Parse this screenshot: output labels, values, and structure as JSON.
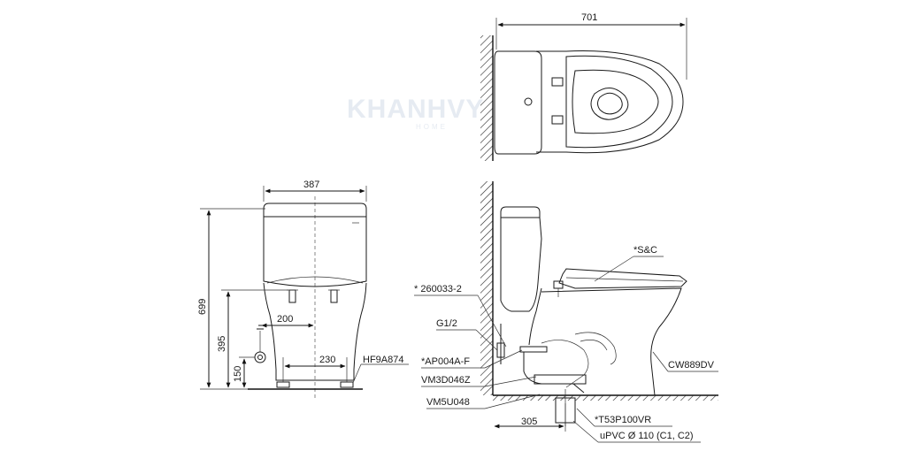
{
  "watermark": {
    "brand": "KHANHVY",
    "sub": "HOME"
  },
  "dimensions": {
    "top_width": "701",
    "front_width": "387",
    "total_height": "699",
    "inlet_height": "395",
    "supply_height": "150",
    "supply_offset": "200",
    "foot_spacing": "230",
    "rough_in": "305"
  },
  "labels": {
    "hf": "HF9A874",
    "sc": "*S&C",
    "gasket": "* 260033-2",
    "g12": "G1/2",
    "ap": "*AP004A-F",
    "vm3": "VM3D046Z",
    "vm5": "VM5U048",
    "cw": "CW889DV",
    "t53": "*T53P100VR",
    "upvc": "uPVC   Ø 110 (C1, C2)"
  }
}
